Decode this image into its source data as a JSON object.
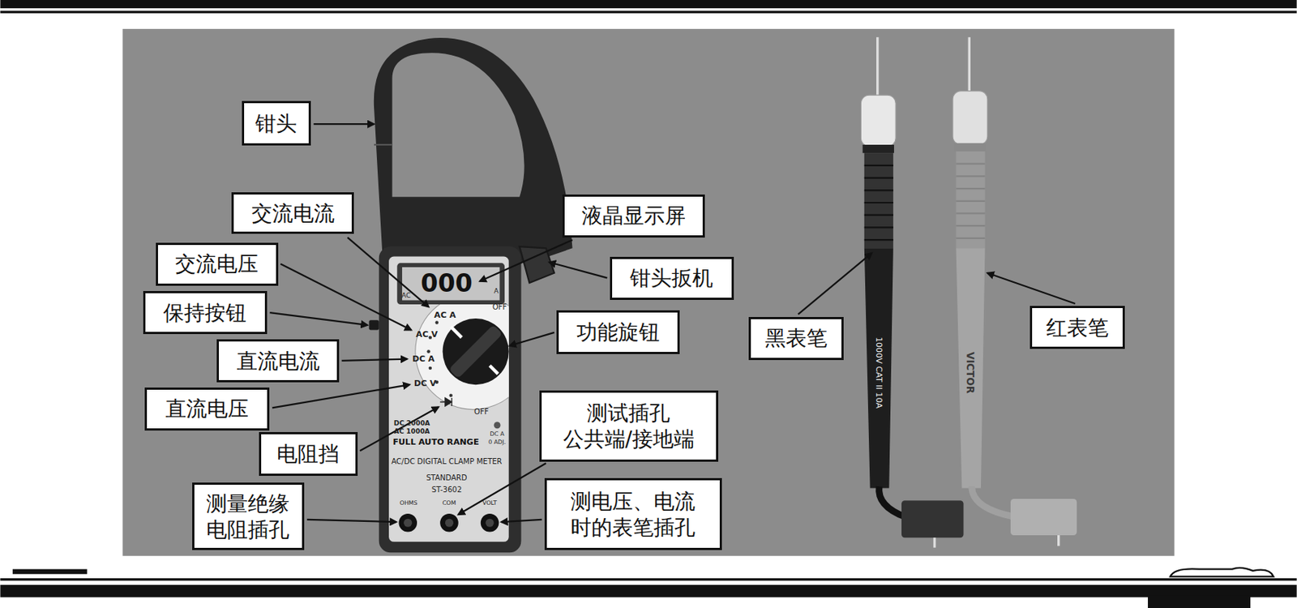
{
  "diagram": {
    "nodes": [
      {
        "text": [
          "钳头"
        ]
      },
      {
        "text": [
          "交流电流"
        ]
      },
      {
        "text": [
          "液晶显示屏"
        ]
      },
      {
        "text": [
          "交流电压"
        ]
      },
      {
        "text": [
          "钳头扳机"
        ]
      },
      {
        "text": [
          "保持按钮"
        ]
      },
      {
        "text": [
          "红表笔"
        ]
      },
      {
        "text": [
          "功能旋钮"
        ]
      },
      {
        "text": [
          "黑表笔"
        ]
      },
      {
        "text": [
          "直流电流"
        ]
      },
      {
        "text": [
          "直流电压"
        ]
      },
      {
        "text": [
          "测试插孔 公共端/接地端"
        ]
      },
      {
        "text": [
          "电阻挡"
        ]
      },
      {
        "text": [
          "测量绝缘 电阻插孔"
        ]
      },
      {
        "text": [
          "测电压、电流 时的表笔插孔"
        ]
      }
    ],
    "labels": [
      "AC",
      "000",
      "A",
      "OFF",
      "AC A",
      "AC V",
      "DC A",
      "DC V",
      "OFF",
      "DC 2000A",
      "AC 1000A",
      "FULL AUTO RANGE",
      "DC A",
      "0 ADJ.",
      "AC/DC DIGITAL CLAMP METER",
      "STANDARD",
      "ST-3602",
      "OHMS",
      "COM",
      "VOLT",
      "1000V CAT II 10A",
      "VICTOR"
    ]
  }
}
